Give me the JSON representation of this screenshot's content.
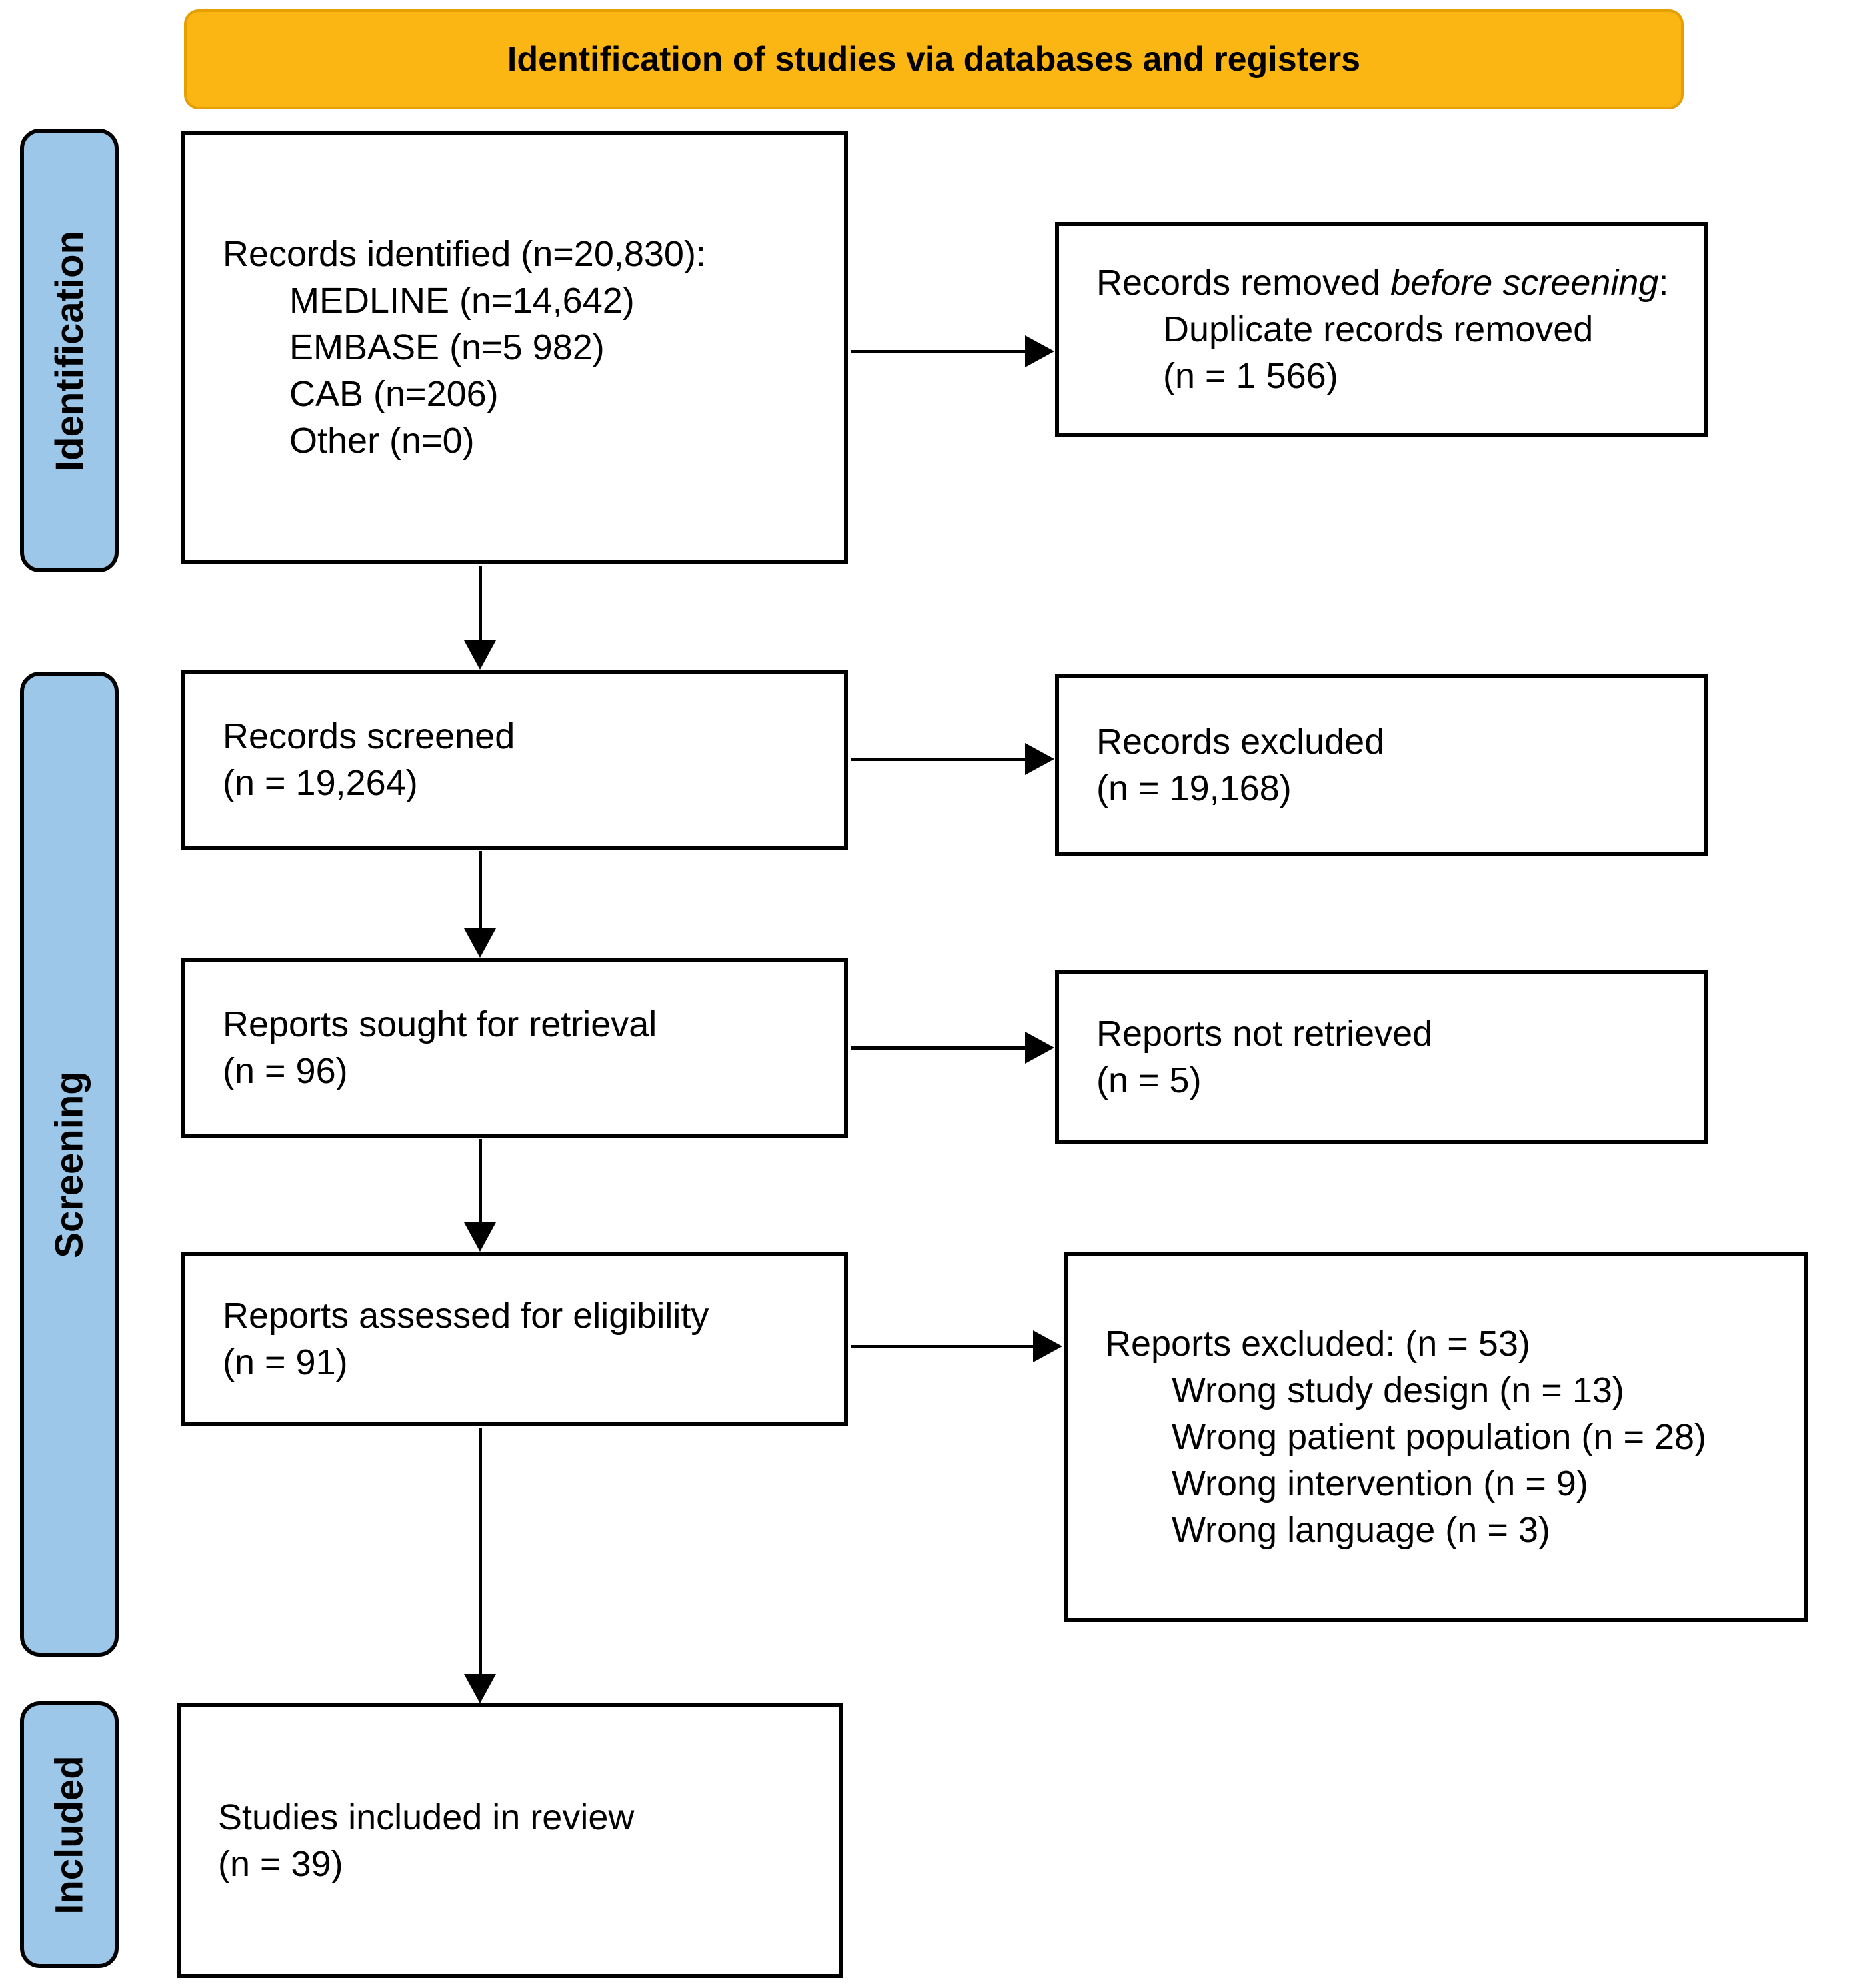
{
  "banner": {
    "title": "Identification of studies via databases and registers"
  },
  "stages": {
    "identification": "Identification",
    "screening": "Screening",
    "included": "Included"
  },
  "boxes": {
    "identified": {
      "title": "Records identified (n=20,830):",
      "items": [
        "MEDLINE (n=14,642)",
        "EMBASE (n=5 982)",
        "CAB (n=206)",
        "Other (n=0)"
      ]
    },
    "removed": {
      "title_prefix": "Records removed ",
      "title_italic": "before screening",
      "title_suffix": ":",
      "items": [
        "Duplicate records removed",
        "(n = 1 566)"
      ]
    },
    "screened": {
      "line1": "Records screened",
      "line2": "(n = 19,264)"
    },
    "records_excluded": {
      "line1": "Records excluded",
      "line2": "(n = 19,168)"
    },
    "sought": {
      "line1": "Reports sought for retrieval",
      "line2": "(n = 96)"
    },
    "not_retrieved": {
      "line1": "Reports not retrieved",
      "line2": "(n = 5)"
    },
    "assessed": {
      "line1": "Reports assessed for eligibility",
      "line2": "(n = 91)"
    },
    "reports_excluded": {
      "title": "Reports excluded: (n = 53)",
      "items": [
        "Wrong study design (n = 13)",
        "Wrong patient population (n = 28)",
        "Wrong intervention (n = 9)",
        "Wrong language (n = 3)"
      ]
    },
    "included_studies": {
      "line1": "Studies included in review",
      "line2": "(n = 39)"
    }
  },
  "colors": {
    "banner_bg": "#FCB614",
    "banner_border": "#E69F00",
    "stage_bg": "#9CC7E8",
    "box_border": "#000000",
    "arrow": "#000000"
  }
}
